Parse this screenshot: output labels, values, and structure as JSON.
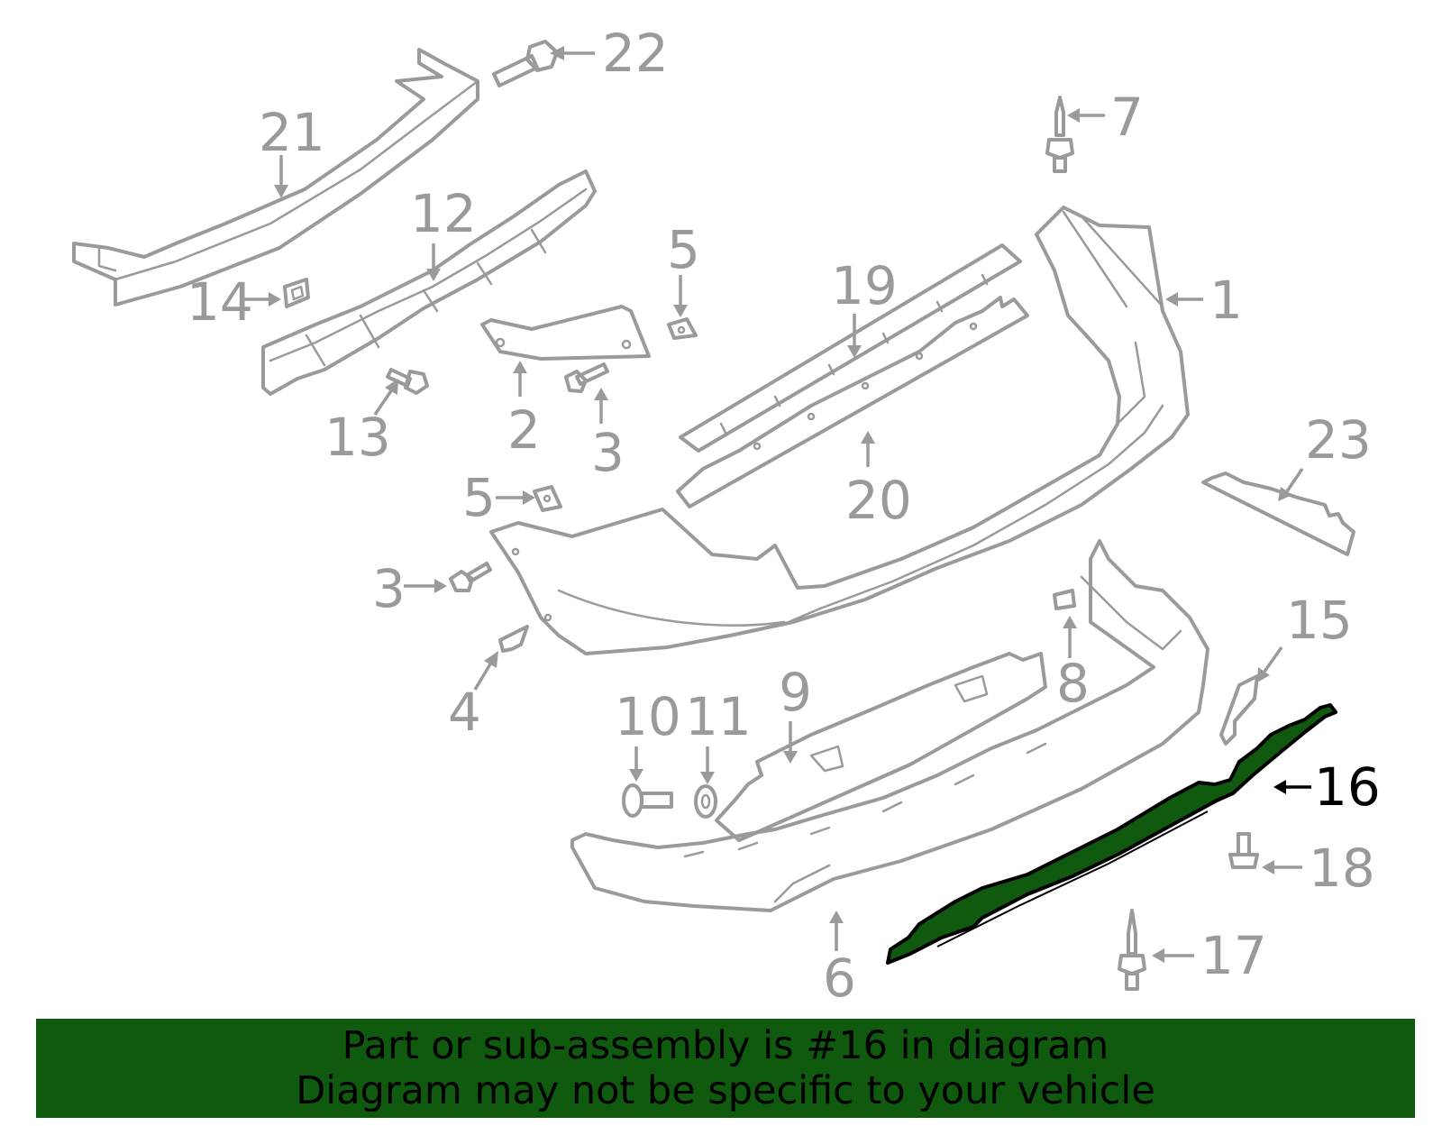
{
  "diagram": {
    "highlight_color": "#0f5a0f",
    "line_color": "#9a9a9a",
    "highlighted_part": "16",
    "callouts": {
      "c1": "1",
      "c2": "2",
      "c3a": "3",
      "c3b": "3",
      "c4": "4",
      "c5a": "5",
      "c5b": "5",
      "c6": "6",
      "c7": "7",
      "c8": "8",
      "c9": "9",
      "c10": "10",
      "c11": "11",
      "c12": "12",
      "c13": "13",
      "c14": "14",
      "c15": "15",
      "c16": "16",
      "c17": "17",
      "c18": "18",
      "c19": "19",
      "c20": "20",
      "c21": "21",
      "c22": "22",
      "c23": "23"
    }
  },
  "banner": {
    "line1": "Part or sub-assembly is #16 in diagram",
    "line2": "Diagram may not be specific to your vehicle"
  }
}
